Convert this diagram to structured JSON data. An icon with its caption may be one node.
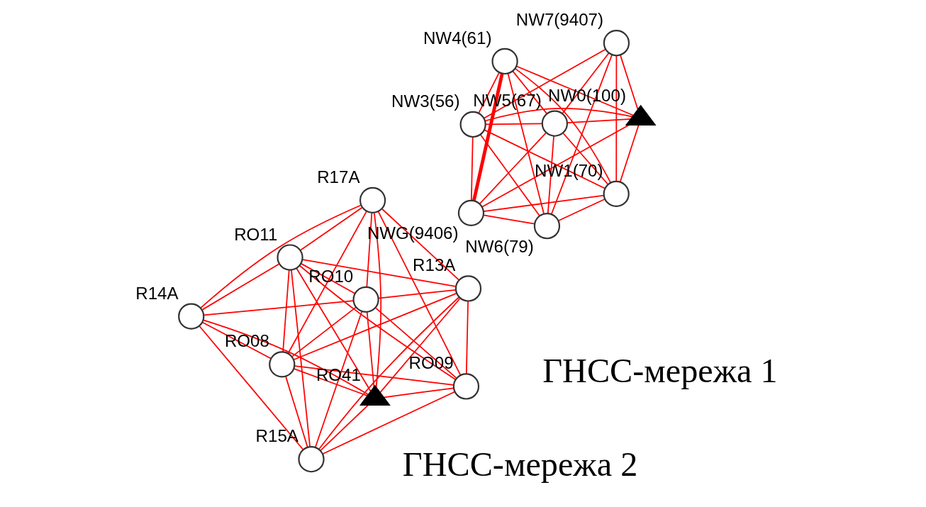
{
  "diagram": {
    "nodes": [
      {
        "text": [],
        "shape": "circle",
        "beside": [
          "R14A"
        ]
      },
      {
        "text": [],
        "shape": "circle",
        "beside": [
          "R13A"
        ]
      },
      {
        "text": [],
        "shape": "circle",
        "beside": [
          "R15A"
        ]
      },
      {
        "text": [],
        "shape": "circle",
        "beside": [
          "RO11"
        ]
      },
      {
        "text": [],
        "shape": "circle",
        "beside": [
          "R17A"
        ]
      },
      {
        "text": [],
        "shape": "circle",
        "beside": [
          "RO10"
        ]
      },
      {
        "text": [],
        "shape": "circle",
        "beside": [
          "RO08"
        ]
      },
      {
        "text": [],
        "shape": "triangle",
        "beside": [
          "RO41"
        ]
      },
      {
        "text": [],
        "shape": "circle",
        "beside": [
          "RO09"
        ]
      },
      {
        "text": [],
        "shape": "circle",
        "beside": [
          "NW3(56)"
        ]
      },
      {
        "text": [],
        "shape": "triangle",
        "beside": [
          "NW0(100)"
        ]
      },
      {
        "text": [],
        "shape": "circle",
        "beside": [
          "NW6(79)"
        ]
      },
      {
        "text": [],
        "shape": "circle",
        "beside": [
          "NW4(61)"
        ]
      },
      {
        "text": [],
        "shape": "circle",
        "beside": [
          "NW7(9407)"
        ]
      },
      {
        "text": [],
        "shape": "circle",
        "beside": [
          "NW5(67)"
        ]
      },
      {
        "text": [],
        "shape": "circle",
        "beside": [
          "NWG(9406)"
        ]
      },
      {
        "text": [],
        "shape": "circle",
        "beside": [
          "NW1(70)"
        ]
      }
    ],
    "edges": [
      {
        "from": 0,
        "to": 6,
        "arrow": "none"
      },
      {
        "from": 0,
        "to": 5,
        "arrow": "none"
      },
      {
        "from": 0,
        "to": 7,
        "arrow": "none"
      },
      {
        "from": 0,
        "to": 3,
        "arrow": "none"
      },
      {
        "from": 0,
        "to": 4,
        "arrow": "none"
      },
      {
        "from": 0,
        "to": 2,
        "arrow": "none"
      },
      {
        "from": 1,
        "to": 6,
        "arrow": "none"
      },
      {
        "from": 1,
        "to": 5,
        "arrow": "none"
      },
      {
        "from": 1,
        "to": 7,
        "arrow": "none"
      },
      {
        "from": 1,
        "to": 3,
        "arrow": "none"
      },
      {
        "from": 1,
        "to": 8,
        "arrow": "none"
      },
      {
        "from": 1,
        "to": 4,
        "arrow": "none"
      },
      {
        "from": 1,
        "to": 2,
        "arrow": "none"
      },
      {
        "from": 2,
        "to": 6,
        "arrow": "none"
      },
      {
        "from": 2,
        "to": 5,
        "arrow": "none"
      },
      {
        "from": 2,
        "to": 7,
        "arrow": "none"
      },
      {
        "from": 2,
        "to": 3,
        "arrow": "none"
      },
      {
        "from": 2,
        "to": 8,
        "arrow": "none"
      },
      {
        "from": 6,
        "to": 5,
        "arrow": "none"
      },
      {
        "from": 6,
        "to": 3,
        "arrow": "none"
      },
      {
        "from": 6,
        "to": 4,
        "arrow": "none"
      },
      {
        "from": 6,
        "to": 7,
        "arrow": "none"
      },
      {
        "from": 6,
        "to": 8,
        "arrow": "none"
      },
      {
        "from": 5,
        "to": 3,
        "arrow": "none"
      },
      {
        "from": 5,
        "to": 4,
        "arrow": "none"
      },
      {
        "from": 5,
        "to": 7,
        "arrow": "none"
      },
      {
        "from": 5,
        "to": 8,
        "arrow": "none"
      },
      {
        "from": 3,
        "to": 4,
        "arrow": "none"
      },
      {
        "from": 3,
        "to": 7,
        "arrow": "none"
      },
      {
        "from": 3,
        "to": 8,
        "arrow": "none"
      },
      {
        "from": 4,
        "to": 7,
        "arrow": "none"
      },
      {
        "from": 4,
        "to": 8,
        "arrow": "none"
      },
      {
        "from": 7,
        "to": 8,
        "arrow": "none"
      },
      {
        "from": 9,
        "to": 10,
        "arrow": "none"
      },
      {
        "from": 9,
        "to": 11,
        "arrow": "none"
      },
      {
        "from": 9,
        "to": 12,
        "arrow": "none"
      },
      {
        "from": 9,
        "to": 14,
        "arrow": "none"
      },
      {
        "from": 9,
        "to": 16,
        "arrow": "none"
      },
      {
        "from": 9,
        "to": 13,
        "arrow": "none"
      },
      {
        "from": 9,
        "to": 15,
        "arrow": "none"
      },
      {
        "from": 10,
        "to": 12,
        "arrow": "none"
      },
      {
        "from": 10,
        "to": 14,
        "arrow": "none"
      },
      {
        "from": 10,
        "to": 16,
        "arrow": "none"
      },
      {
        "from": 10,
        "to": 13,
        "arrow": "none"
      },
      {
        "from": 10,
        "to": 15,
        "arrow": "none"
      },
      {
        "from": 11,
        "to": 12,
        "arrow": "none"
      },
      {
        "from": 11,
        "to": 14,
        "arrow": "none"
      },
      {
        "from": 11,
        "to": 16,
        "arrow": "none"
      },
      {
        "from": 11,
        "to": 13,
        "arrow": "none"
      },
      {
        "from": 11,
        "to": 15,
        "arrow": "none"
      },
      {
        "from": 12,
        "to": 14,
        "arrow": "none"
      },
      {
        "from": 12,
        "to": 16,
        "arrow": "none"
      },
      {
        "from": 12,
        "to": 15,
        "arrow": "none",
        "style": "thick"
      },
      {
        "from": 14,
        "to": 13,
        "arrow": "none"
      },
      {
        "from": 14,
        "to": 15,
        "arrow": "none"
      },
      {
        "from": 14,
        "to": 16,
        "arrow": "none"
      },
      {
        "from": 16,
        "to": 13,
        "arrow": "none"
      },
      {
        "from": 16,
        "to": 15,
        "arrow": "none"
      }
    ],
    "labels": [
      "ГНСС-мережа 2",
      "ГНСС-мережа 1"
    ]
  }
}
